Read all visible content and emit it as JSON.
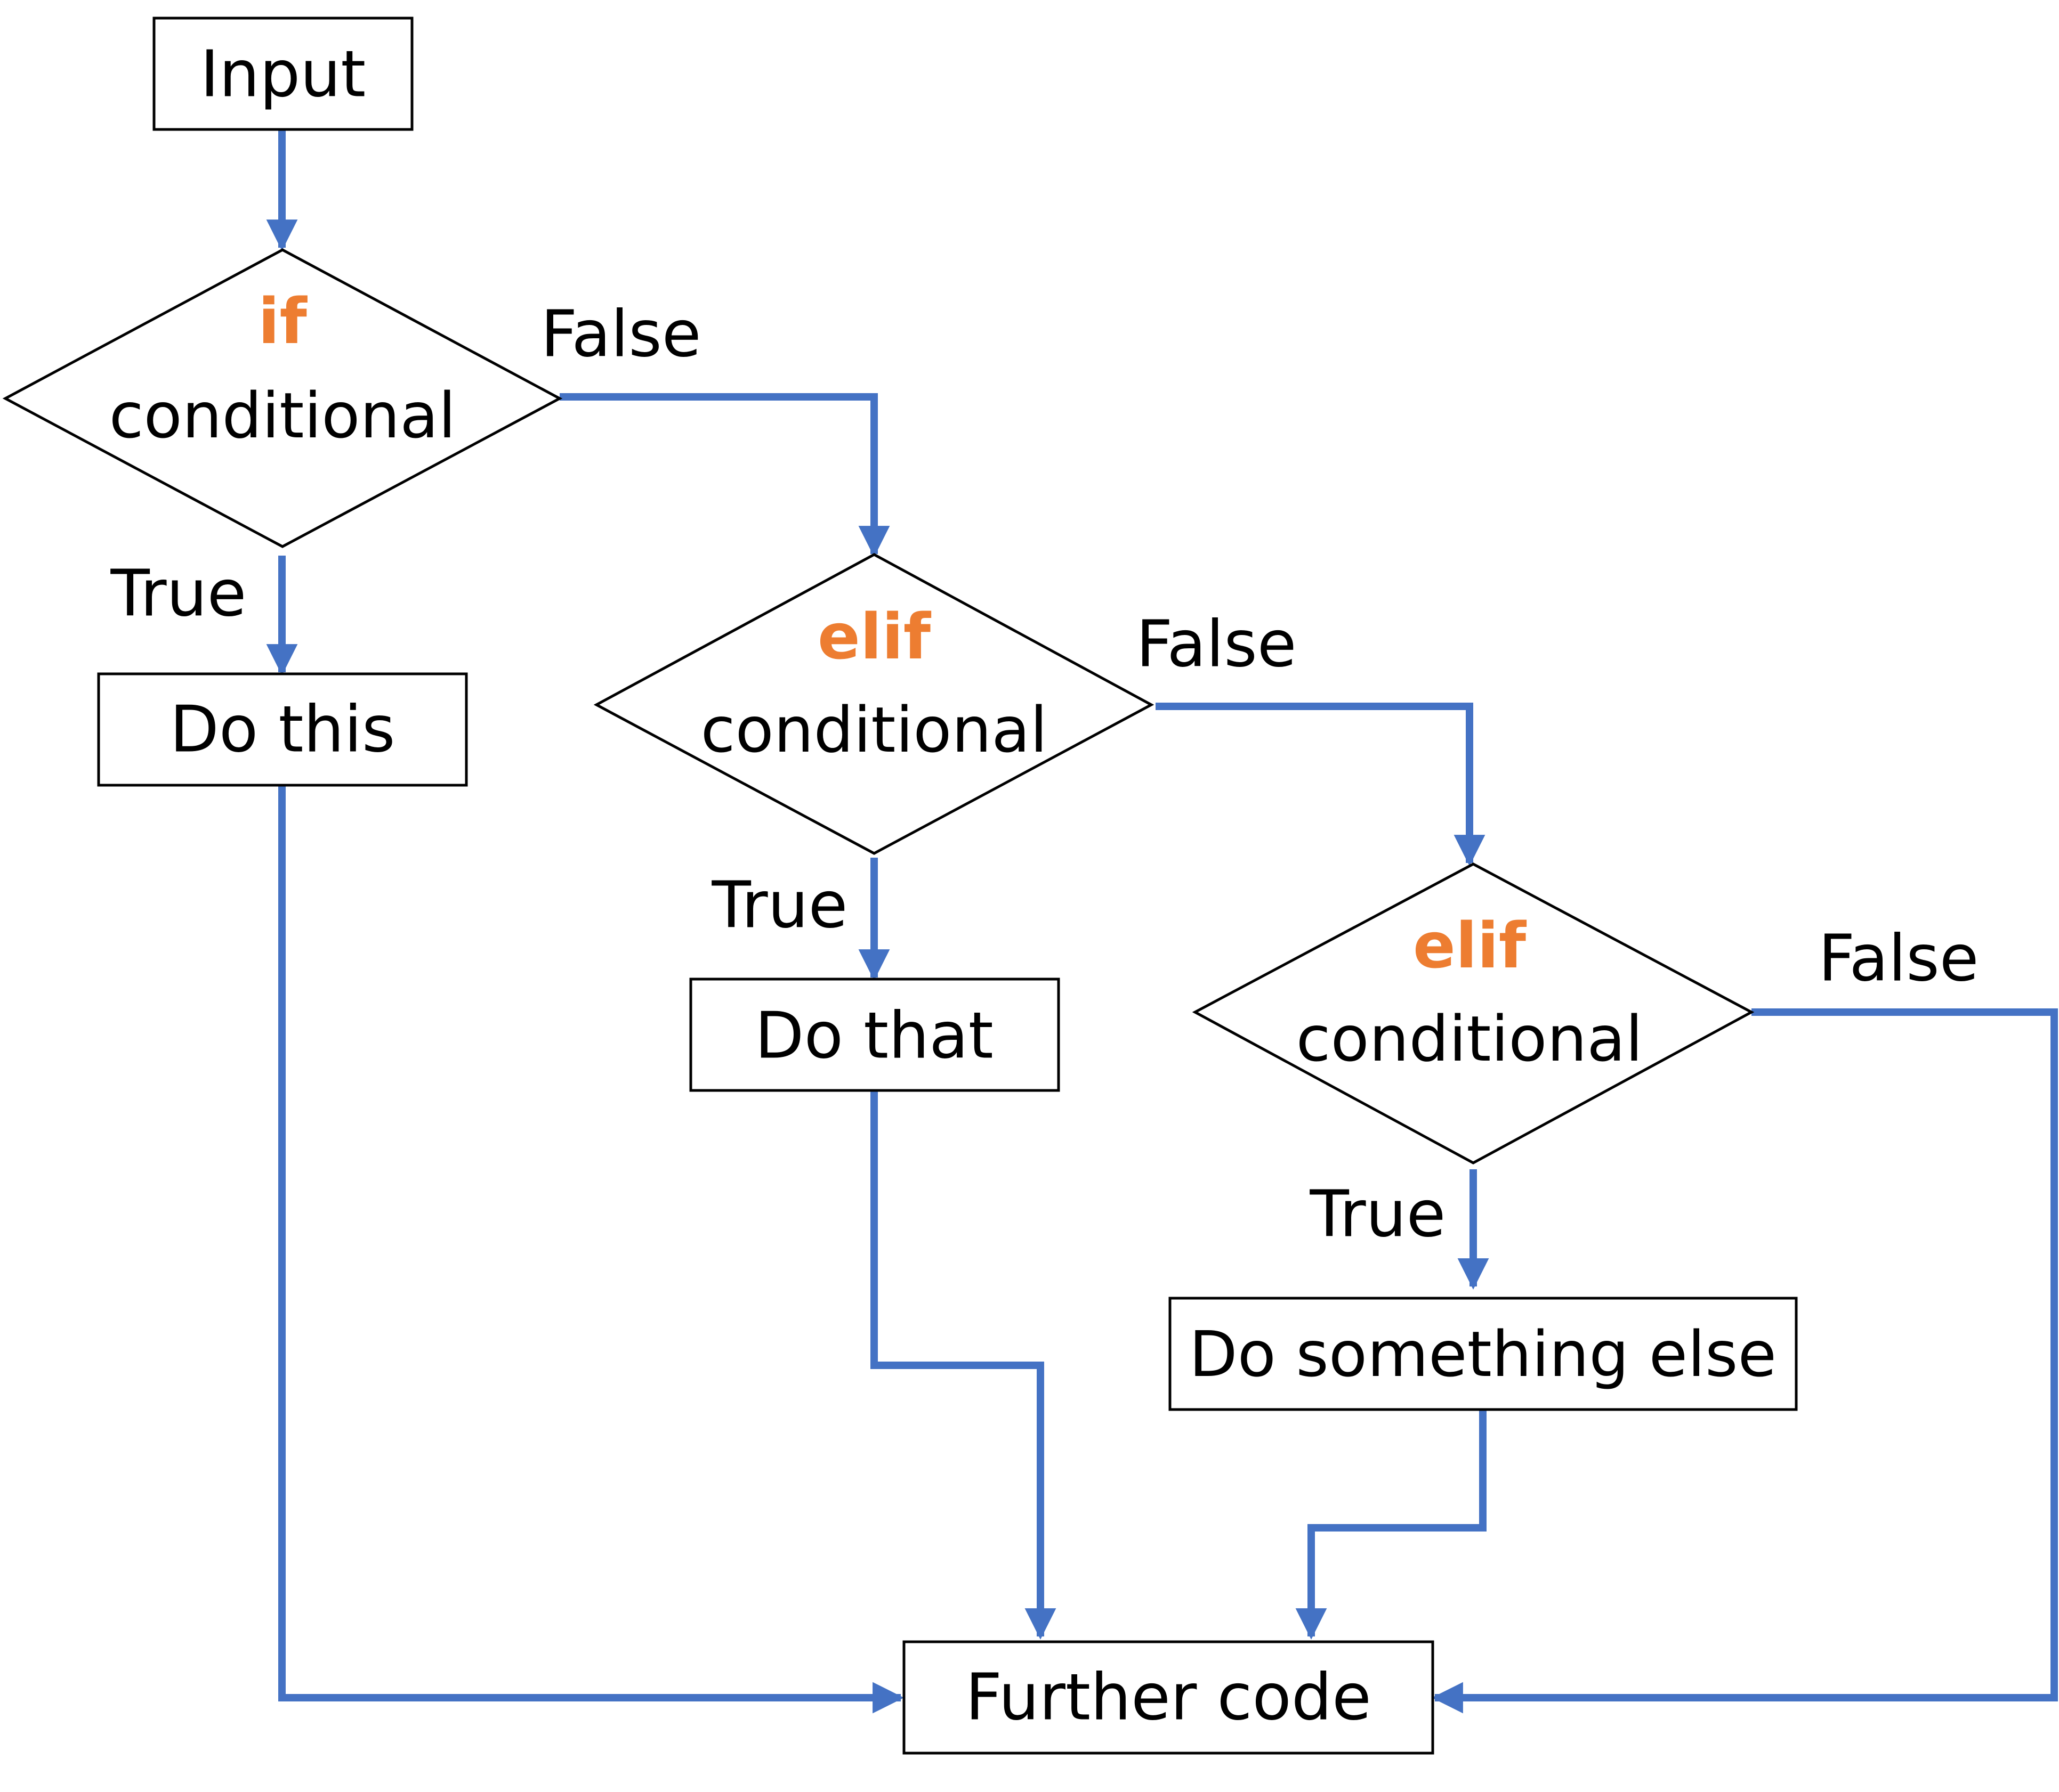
{
  "colors": {
    "connector": "#4472C4",
    "keyword": "#ED7D31",
    "outline": "#000000",
    "text": "#000000",
    "background": "#FFFFFF"
  },
  "nodes": {
    "input": "Input",
    "if_keyword": "if",
    "if_text": "conditional",
    "elif1_keyword": "elif",
    "elif1_text": "conditional",
    "elif2_keyword": "elif",
    "elif2_text": "conditional",
    "do_this": "Do this",
    "do_that": "Do that",
    "do_something_else": "Do something else",
    "further_code": "Further code"
  },
  "edge_labels": {
    "if_false": "False",
    "if_true": "True",
    "elif1_false": "False",
    "elif1_true": "True",
    "elif2_false": "False",
    "elif2_true": "True"
  }
}
